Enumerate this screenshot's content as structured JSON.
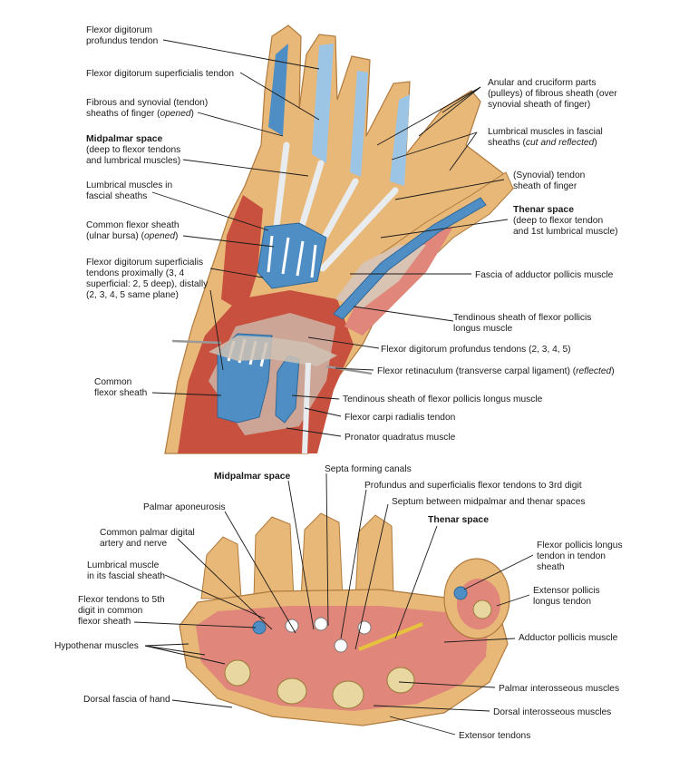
{
  "top_labels": {
    "fdp_tendon": [
      "Flexor digitorum",
      "profundus tendon"
    ],
    "fds_tendon": [
      "Flexor digitorum superficialis tendon"
    ],
    "fibrous_synovial": [
      "Fibrous and synovial (tendon)",
      "sheaths of finger ("
    ],
    "fibrous_synovial_italic": "opened",
    "fibrous_synovial_close": ")",
    "midpalmar_title": "Midpalmar space",
    "midpalmar_desc": [
      "(deep to flexor tendons",
      "and lumbrical muscles)"
    ],
    "lumbrical_sheaths": [
      "Lumbrical muscles in",
      "fascial sheaths"
    ],
    "common_flexor_sheath_ulnar": [
      "Common flexor sheath",
      "(ulnar bursa) ("
    ],
    "common_flexor_sheath_italic": "opened",
    "common_flexor_sheath_close": ")",
    "fds_proximal": [
      "Flexor digitorum superficialis",
      "tendons proximally (3, 4",
      "superficial: 2, 5 deep), distally",
      "(2, 3, 4, 5 same plane)"
    ],
    "common_flexor_sheath": [
      "Common",
      "flexor sheath"
    ],
    "anular_cruciform": [
      "Anular and cruciform parts",
      "(pulleys) of fibrous sheath (over",
      "synovial sheath of finger)"
    ],
    "lumbrical_fascial": [
      "Lumbrical muscles in fascial",
      "sheaths ("
    ],
    "lumbrical_fascial_italic": "cut and reflected",
    "lumbrical_fascial_close": ")",
    "synovial_tendon_sheath": [
      "(Synovial) tendon",
      "sheath of finger"
    ],
    "thenar_title": "Thenar space",
    "thenar_desc": [
      "(deep to flexor tendon",
      "and 1st lumbrical muscle)"
    ],
    "fascia_adductor": "Fascia of adductor pollicis muscle",
    "tendinous_fpl_upper": [
      "Tendinous sheath of flexor pollicis",
      "longus muscle"
    ],
    "fdp_tendons_2345": "Flexor digitorum profundus tendons (2, 3, 4, 5)",
    "flexor_retinaculum": "Flexor retinaculum (transverse carpal ligament) (",
    "flexor_retinaculum_italic": "reflected",
    "flexor_retinaculum_close": ")",
    "tendinous_fpl_lower": "Tendinous sheath of flexor pollicis longus muscle",
    "fcr_tendon": "Flexor carpi radialis tendon",
    "pronator_quadratus": "Pronator quadratus muscle"
  },
  "bottom_labels": {
    "midpalmar_space": "Midpalmar space",
    "septa_canals": "Septa forming canals",
    "profundus_superficialis": "Profundus and superficialis flexor tendons to 3rd digit",
    "septum_between": "Septum between midpalmar and thenar spaces",
    "thenar_space": "Thenar space",
    "palmar_aponeurosis": "Palmar aponeurosis",
    "common_palmar_digital": [
      "Common palmar digital",
      "artery and nerve"
    ],
    "lumbrical_its_sheath": [
      "Lumbrical muscle",
      "in its fascial sheath"
    ],
    "flexor_5th_digit": [
      "Flexor tendons to 5th",
      "digit in common",
      "flexor sheath"
    ],
    "hypothenar": "Hypothenar muscles",
    "dorsal_fascia": "Dorsal fascia of hand",
    "fpl_tendon_sheath": [
      "Flexor pollicis longus",
      "tendon in tendon",
      "sheath"
    ],
    "epl_tendon": [
      "Extensor pollicis",
      "longus tendon"
    ],
    "adductor_pollicis": "Adductor pollicis muscle",
    "palmar_interosseous": "Palmar interosseous muscles",
    "dorsal_interosseous": "Dorsal interosseous muscles",
    "extensor_tendons": "Extensor tendons"
  },
  "colors": {
    "skin": "#e8b878",
    "skin_dark": "#c98a48",
    "muscle": "#c8503e",
    "muscle_light": "#e0867a",
    "sheath_blue": "#4f8ec4",
    "sheath_light": "#9cc4e4",
    "tendon": "#e9ecef",
    "fascia": "#cfc2b4",
    "bone": "#e8d7a0",
    "nerve": "#e7c23c"
  }
}
